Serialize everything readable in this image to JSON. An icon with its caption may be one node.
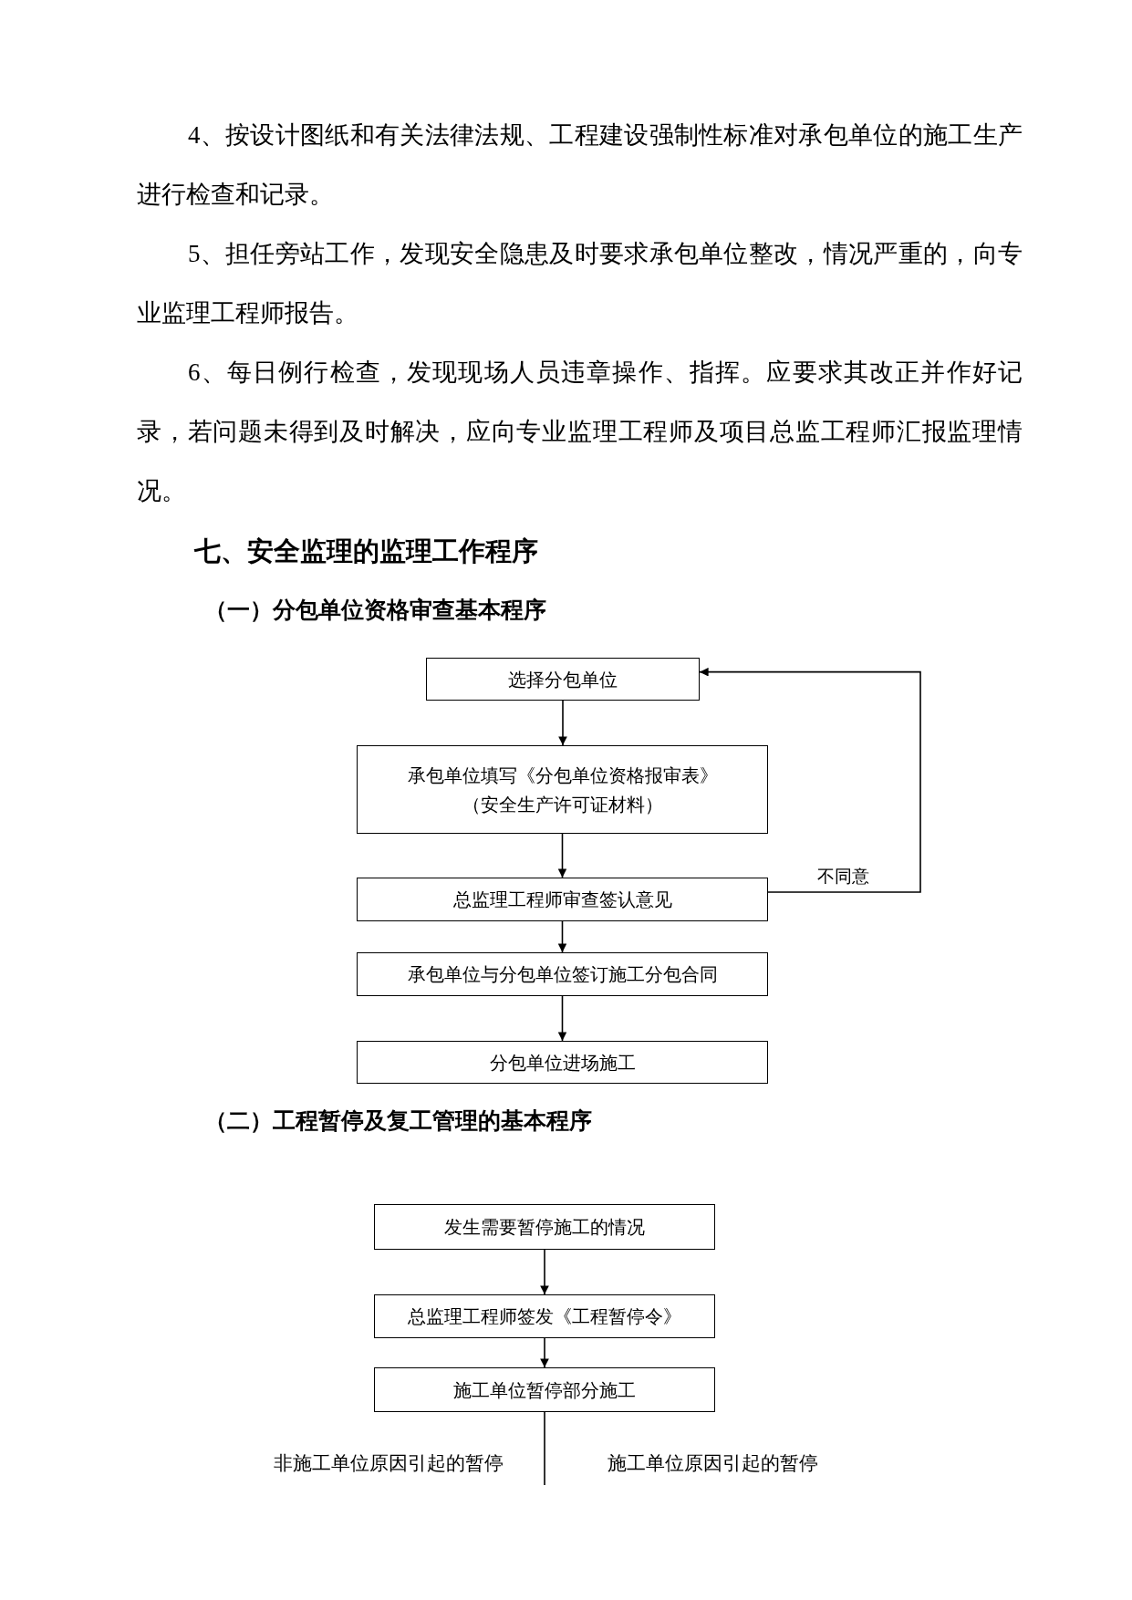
{
  "diagram": {
    "nodes": [
      {
        "text": [
          "选择分包单位"
        ]
      },
      {
        "text": [
          "承包单位填写《分包单位资格报审表》",
          "（安全生产许可证材料）"
        ]
      },
      {
        "text": [
          "总监理工程师审查签认意见"
        ]
      },
      {
        "text": [
          "承包单位与分包单位签订施工分包合同"
        ]
      },
      {
        "text": [
          "分包单位进场施工"
        ]
      },
      {
        "text": [
          "发生需要暂停施工的情况"
        ]
      },
      {
        "text": [
          "总监理工程师签发《工程暂停令》"
        ]
      },
      {
        "text": [
          "施工单位暂停部分施工"
        ]
      }
    ],
    "edges": [
      {
        "from": 0,
        "to": 1,
        "arrow": "to"
      },
      {
        "from": 1,
        "to": 2,
        "arrow": "to"
      },
      {
        "from": 2,
        "to": 0,
        "arrow": "to",
        "label": "不同意"
      },
      {
        "from": 2,
        "to": 3,
        "arrow": "to"
      },
      {
        "from": 3,
        "to": 4,
        "arrow": "to"
      },
      {
        "from": 5,
        "to": 6,
        "arrow": "to"
      },
      {
        "from": 6,
        "to": 7,
        "arrow": "to"
      },
      {
        "from": 7,
        "to": null,
        "arrow": "none"
      }
    ],
    "labels": [
      "4、按设计图纸和有关法律法规、工程建设强制性标准对承包单位的施工生产进行检查和记录。",
      "5、担任旁站工作，发现安全隐患及时要求承包单位整改，情况严重的，向专业监理工程师报告。",
      "6、每日例行检查，发现现场人员违章操作、指挥。应要求其改正并作好记录，若问题未得到及时解决，应向专业监理工程师及项目总监工程师汇报监理情况。",
      "七、安全监理的监理工作程序",
      "（一）分包单位资格审查基本程序",
      "（二）工程暂停及复工管理的基本程序",
      "非施工单位原因引起的暂停",
      "施工单位原因引起的暂停"
    ]
  }
}
